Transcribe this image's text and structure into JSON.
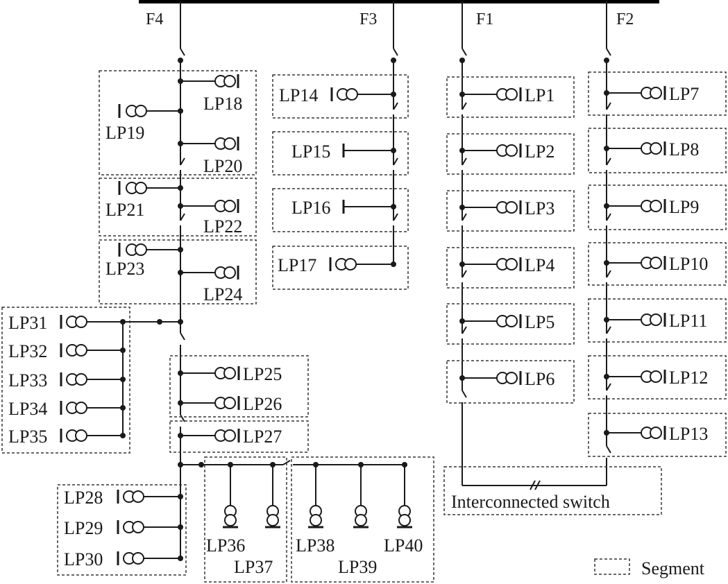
{
  "feeders": [
    "F4",
    "F3",
    "F1",
    "F2"
  ],
  "loads": {
    "F1": [
      "LP1",
      "LP2",
      "LP3",
      "LP4",
      "LP5",
      "LP6"
    ],
    "F2": [
      "LP7",
      "LP8",
      "LP9",
      "LP10",
      "LP11",
      "LP12",
      "LP13"
    ],
    "F3": [
      "LP14",
      "LP15",
      "LP16",
      "LP17"
    ],
    "F4": [
      "LP18",
      "LP19",
      "LP20",
      "LP21",
      "LP22",
      "LP23",
      "LP24",
      "LP25",
      "LP26",
      "LP27",
      "LP28",
      "LP29",
      "LP30"
    ],
    "F4_branch_left": [
      "LP31",
      "LP32",
      "LP33",
      "LP34",
      "LP35"
    ],
    "F4_branch_bottom": [
      "LP36",
      "LP37",
      "LP38",
      "LP39",
      "LP40"
    ]
  },
  "interconnected_switch_label": "Interconnected switch",
  "legend": {
    "segment_label": "Segment"
  }
}
